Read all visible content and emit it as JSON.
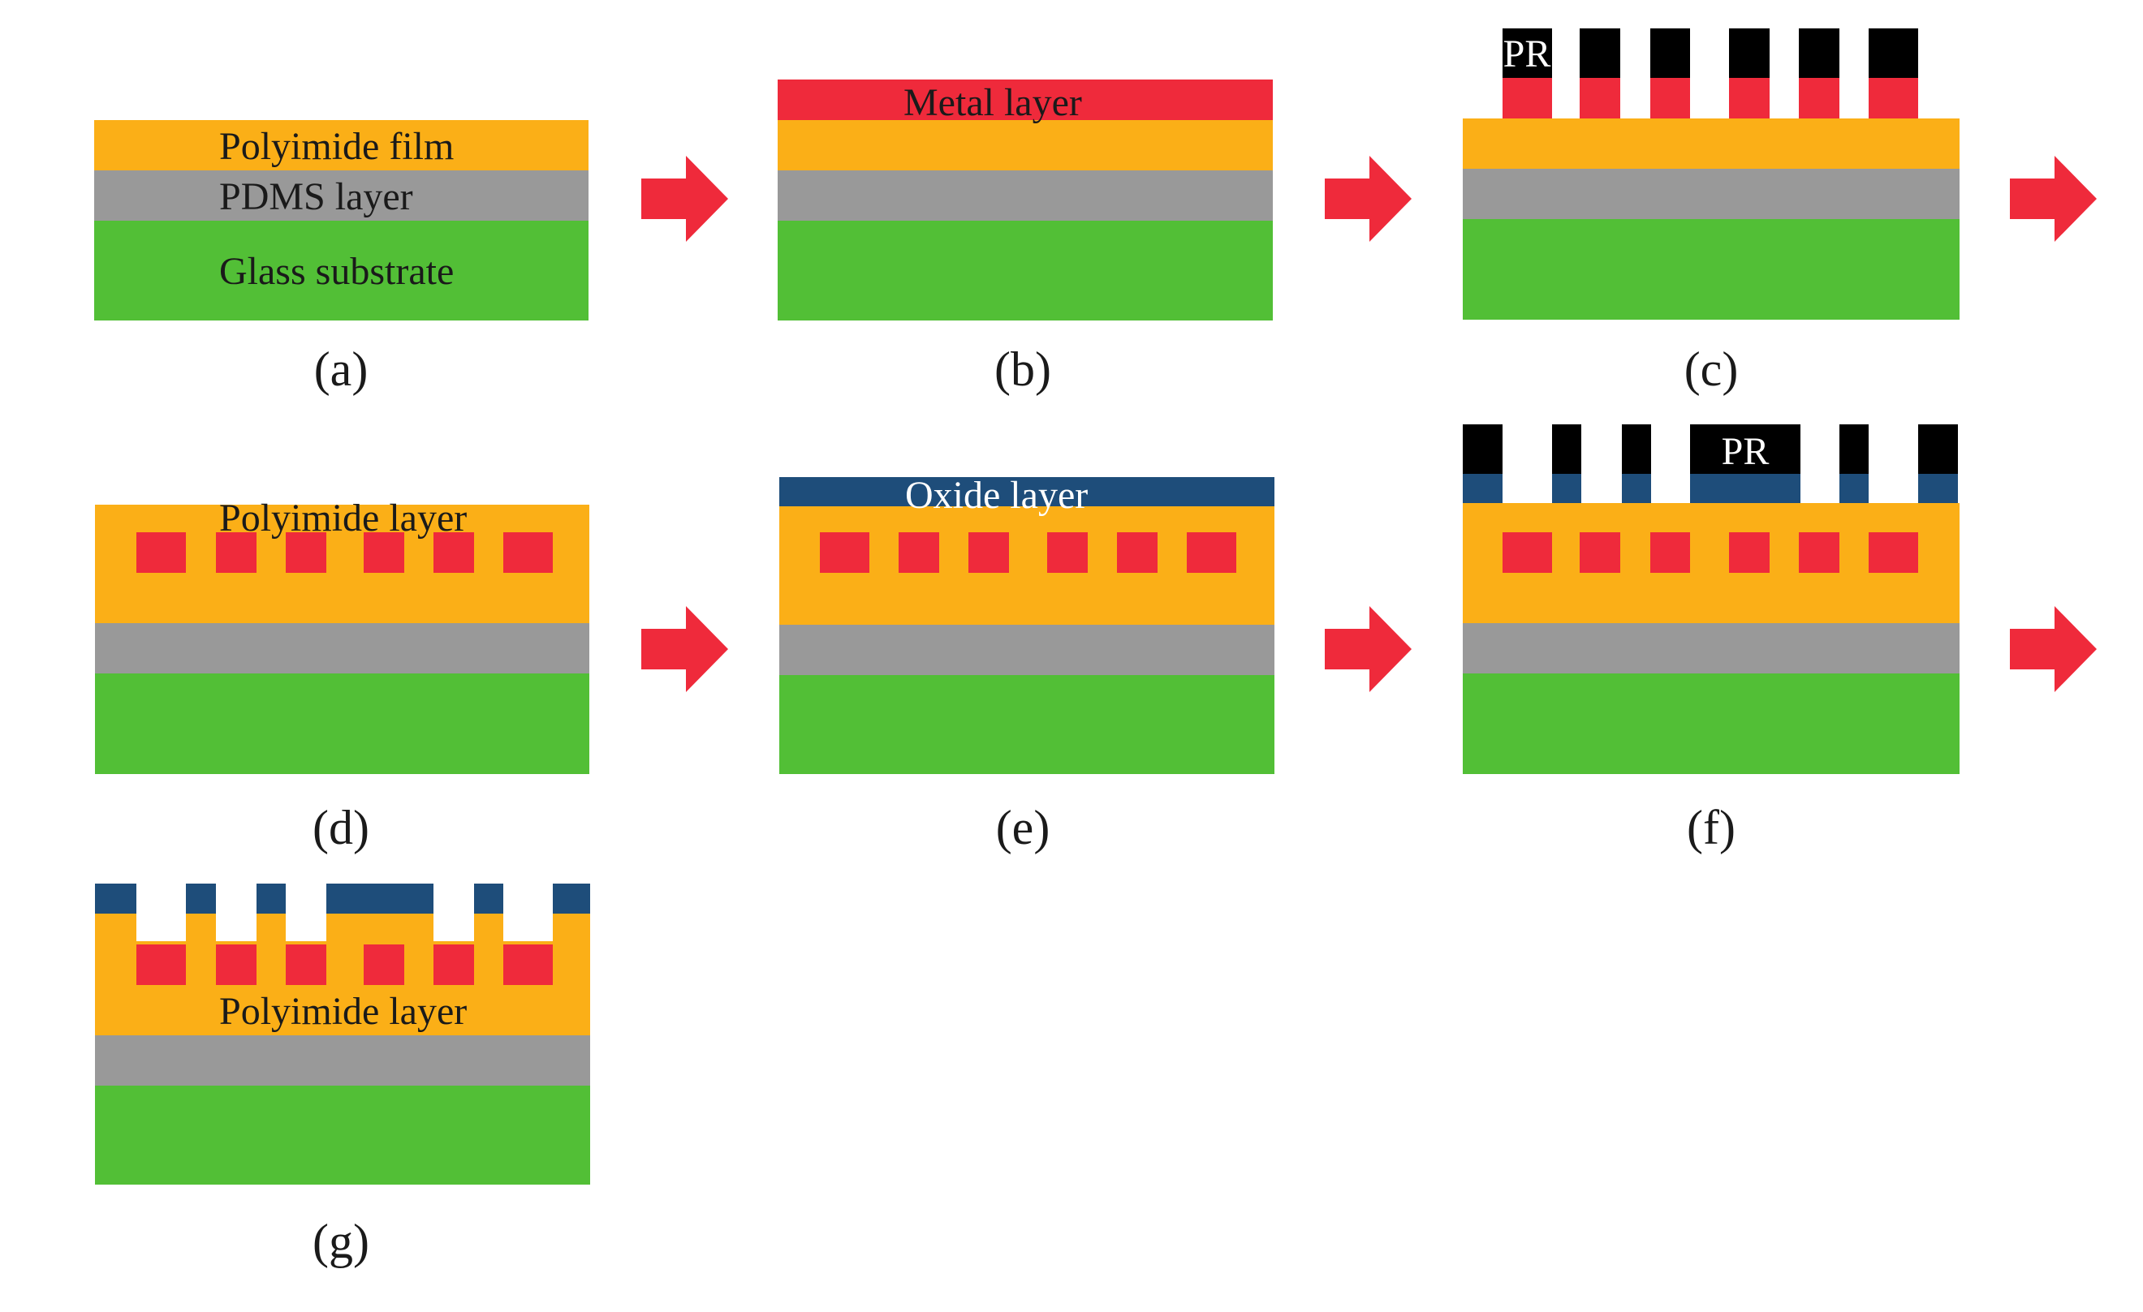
{
  "colors": {
    "polyimide": "#FBAF17",
    "pdms": "#999999",
    "glass": "#52BF36",
    "metal": "#EF2A3B",
    "photoresist": "#000000",
    "oxide": "#1E4D7A",
    "arrow": "#EF2A3B",
    "text_dark": "#1a1a1a",
    "text_light": "#ffffff"
  },
  "steps": {
    "a": {
      "caption": "(a)",
      "labels": {
        "polyimide": "Polyimide film",
        "pdms": "PDMS layer",
        "glass": "Glass substrate"
      }
    },
    "b": {
      "caption": "(b)",
      "labels": {
        "metal": "Metal layer"
      }
    },
    "c": {
      "caption": "(c)",
      "labels": {
        "pr": "PR"
      }
    },
    "d": {
      "caption": "(d)",
      "labels": {
        "polyimide": "Polyimide layer"
      }
    },
    "e": {
      "caption": "(e)",
      "labels": {
        "oxide": "Oxide layer"
      }
    },
    "f": {
      "caption": "(f)",
      "labels": {
        "pr": "PR"
      }
    },
    "g": {
      "caption": "(g)",
      "labels": {
        "polyimide": "Polyimide layer"
      }
    }
  },
  "arrows": [
    "arrow-a-b",
    "arrow-b-c",
    "arrow-c-next",
    "arrow-d-e",
    "arrow-e-f",
    "arrow-f-next"
  ]
}
